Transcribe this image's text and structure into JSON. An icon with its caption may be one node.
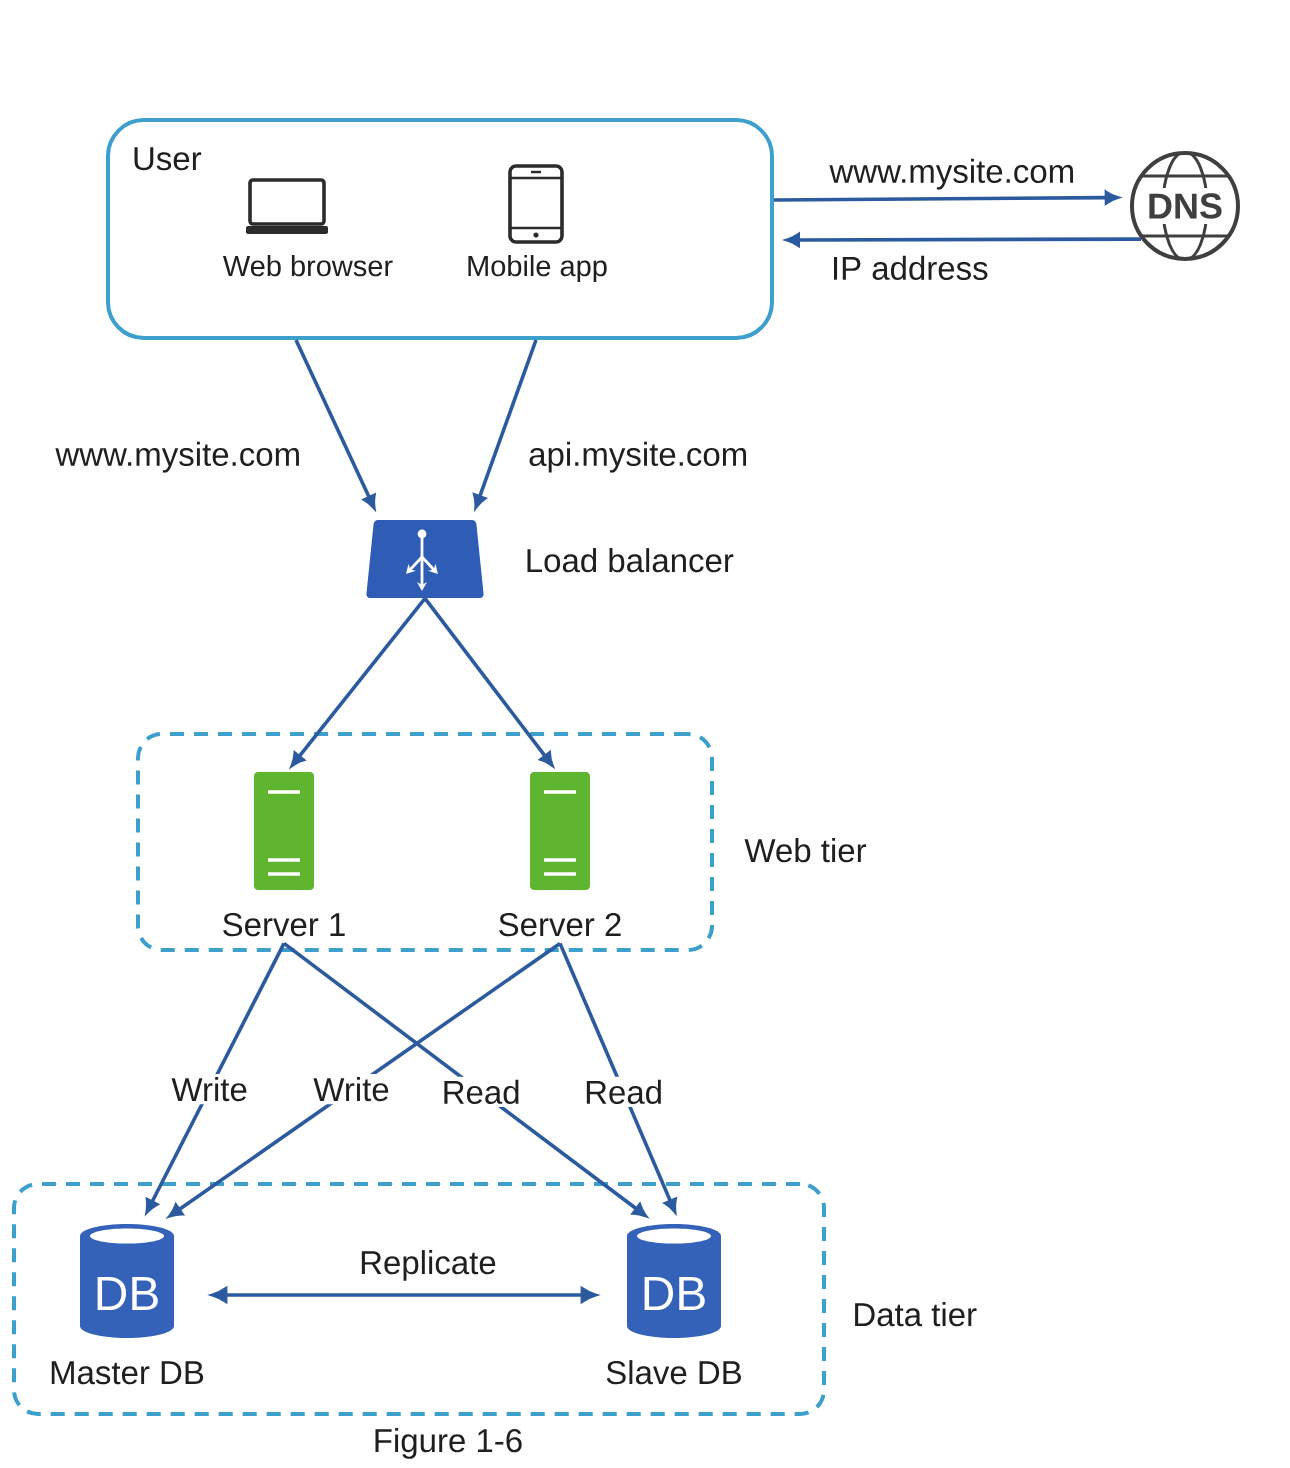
{
  "diagram": {
    "caption": "Figure 1-6",
    "nodes": [
      {
        "text": [
          "User"
        ]
      },
      {
        "text": [
          "Web browser"
        ],
        "in": 0
      },
      {
        "text": [
          "Mobile app"
        ],
        "in": 0
      },
      {
        "text": [
          "DNS"
        ]
      },
      {
        "text": [
          "Load balancer"
        ]
      },
      {
        "text": [
          "Web tier"
        ]
      },
      {
        "text": [
          "Server 1"
        ],
        "in": 5
      },
      {
        "text": [
          "Server 2"
        ],
        "in": 5
      },
      {
        "text": [
          "Data tier"
        ]
      },
      {
        "text": [
          "DB",
          "Master DB"
        ],
        "in": 8
      },
      {
        "text": [
          "DB",
          "Slave DB"
        ],
        "in": 8
      }
    ],
    "edges": [
      {
        "from": 0,
        "to": 3,
        "arrow": "to",
        "label": "www.mysite.com"
      },
      {
        "from": 3,
        "to": 0,
        "arrow": "to",
        "label": "IP address"
      },
      {
        "from": 0,
        "to": 4,
        "arrow": "to",
        "label": "www.mysite.com"
      },
      {
        "from": 0,
        "to": 4,
        "arrow": "to",
        "label": "api.mysite.com"
      },
      {
        "from": 4,
        "to": 6,
        "arrow": "to"
      },
      {
        "from": 4,
        "to": 7,
        "arrow": "to"
      },
      {
        "from": 6,
        "to": 9,
        "arrow": "to",
        "label": "Write"
      },
      {
        "from": 7,
        "to": 9,
        "arrow": "to",
        "label": "Write"
      },
      {
        "from": 6,
        "to": 10,
        "arrow": "to",
        "label": "Read"
      },
      {
        "from": 7,
        "to": 10,
        "arrow": "to",
        "label": "Read"
      },
      {
        "from": 9,
        "to": 10,
        "arrow": "both",
        "label": "Replicate"
      }
    ]
  }
}
